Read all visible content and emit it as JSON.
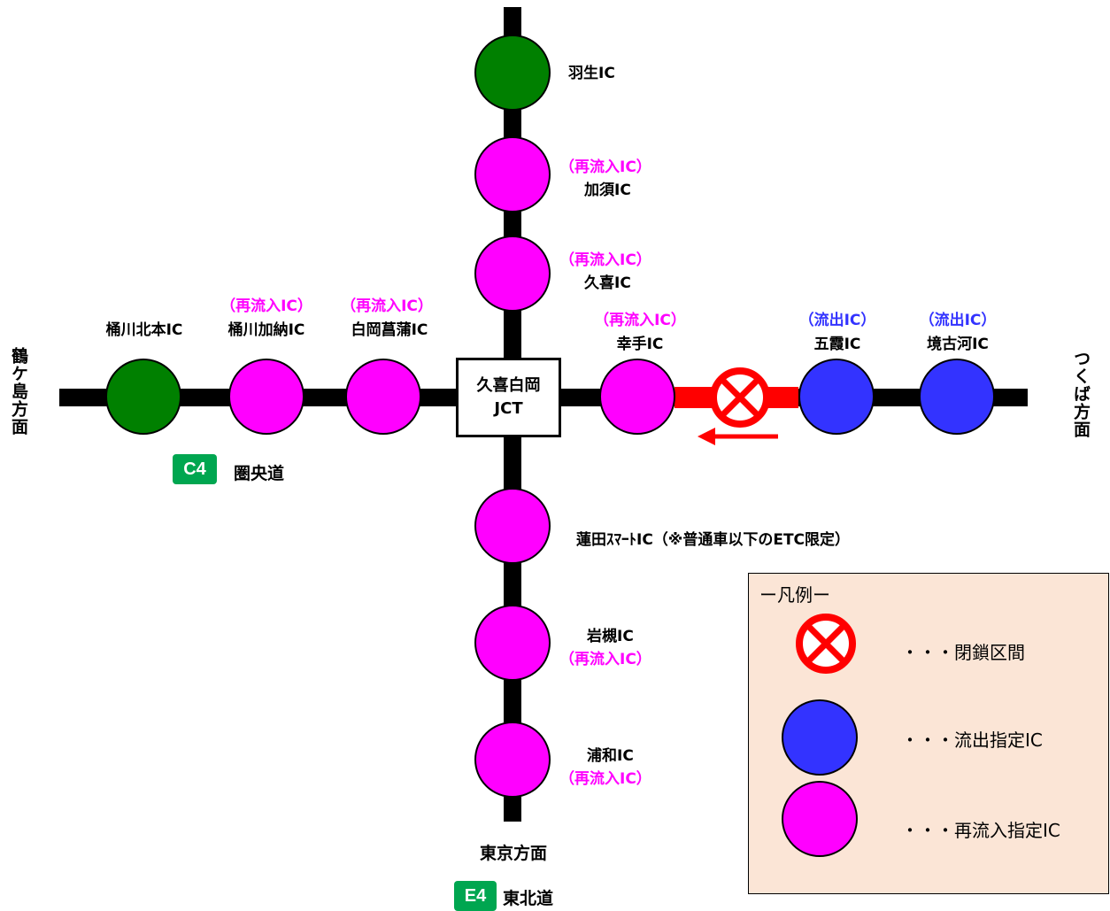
{
  "colors": {
    "road": "#000000",
    "closed_section": "#ff0000",
    "green_ic": "#008000",
    "exit_ic": "#3333ff",
    "reentry_ic": "#ff00ff",
    "route_badge": "#00a650",
    "legend_bg": "#fbe5d6"
  },
  "directions": {
    "north_west": "鶴ケ島方面",
    "east": "つくば方面",
    "south": "東京方面"
  },
  "junction": {
    "line1": "久喜白岡",
    "line2": "JCT"
  },
  "routes": {
    "c4": {
      "badge": "C4",
      "name": "圏央道"
    },
    "e4": {
      "badge": "E4",
      "name": "東北道"
    }
  },
  "interchanges": {
    "hanyu": {
      "name": "羽生IC"
    },
    "kazo": {
      "tag": "（再流入IC）",
      "name": "加須IC"
    },
    "kuki": {
      "tag": "（再流入IC）",
      "name": "久喜IC"
    },
    "okegawa_kitamoto": {
      "name": "桶川北本IC"
    },
    "okegawa_kano": {
      "tag": "（再流入IC）",
      "name": "桶川加納IC"
    },
    "shiraoka_shobu": {
      "tag": "（再流入IC）",
      "name": "白岡菖蒲IC"
    },
    "satte": {
      "tag": "（再流入IC）",
      "name": "幸手IC"
    },
    "goka": {
      "tag": "（流出IC）",
      "name": "五霞IC"
    },
    "sakai_koga": {
      "tag": "（流出IC）",
      "name": "境古河IC"
    },
    "hasuda": {
      "name": "蓮田ｽﾏｰﾄIC（※普通車以下のETC限定）"
    },
    "iwatsuki": {
      "name": "岩槻IC",
      "tag": "（再流入IC）"
    },
    "urawa": {
      "name": "浦和IC",
      "tag": "（再流入IC）"
    }
  },
  "legend": {
    "title": "ー凡例ー",
    "closed": "・・・閉鎖区間",
    "exit": "・・・流出指定IC",
    "reentry": "・・・再流入指定IC"
  }
}
